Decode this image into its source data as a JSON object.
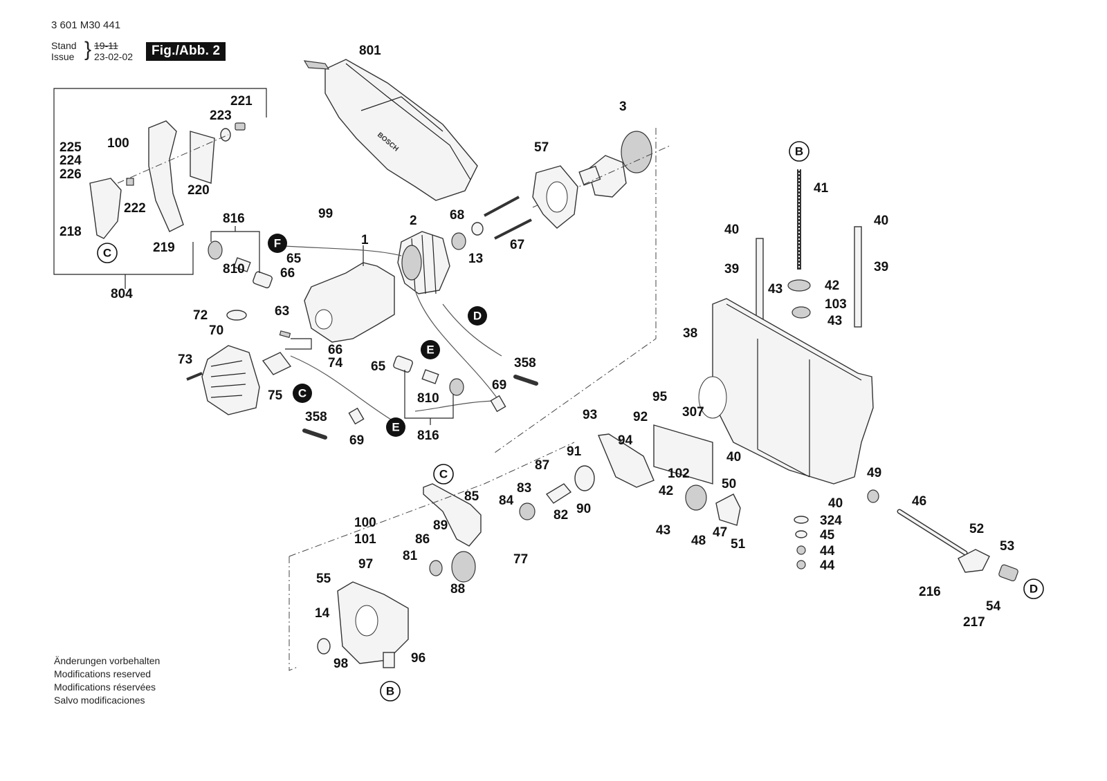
{
  "header": {
    "part_number": "3 601 M30 441",
    "stand_label": "Stand",
    "issue_label": "Issue",
    "stand_value_struck": "19-11",
    "issue_value": "23-02-02",
    "figure_label": "Fig./Abb. 2"
  },
  "footer": {
    "lines": [
      "Änderungen vorbehalten",
      "Modifications reserved",
      "Modifications réservées",
      "Salvo modificaciones"
    ]
  },
  "brand_on_guard": "BOSCH",
  "reference_markers": {
    "open": [
      "B",
      "C",
      "C",
      "B",
      "D"
    ],
    "solid": [
      "F",
      "D",
      "E",
      "C",
      "E"
    ]
  },
  "groups": {
    "guard_kit": {
      "label": "804",
      "parts": [
        "221",
        "223",
        "225",
        "100",
        "224",
        "226",
        "222",
        "220",
        "218",
        "219"
      ],
      "ref": "C"
    },
    "brush_kit_top": {
      "label": "816",
      "parts": [
        "810"
      ]
    },
    "brush_kit_bottom": {
      "label": "816",
      "parts": [
        "810"
      ]
    }
  },
  "part_labels": {
    "p801": "801",
    "p3": "3",
    "p57": "57",
    "p221": "221",
    "p223": "223",
    "p225": "225",
    "p100a": "100",
    "p224": "224",
    "p226": "226",
    "p222": "222",
    "p220": "220",
    "p218": "218",
    "p219": "219",
    "p804": "804",
    "p816a": "816",
    "p810a": "810",
    "p99": "99",
    "p2": "2",
    "p68": "68",
    "p67": "67",
    "p1": "1",
    "p13": "13",
    "p65a": "65",
    "p66a": "66",
    "p63": "63",
    "p72": "72",
    "p70": "70",
    "p73": "73",
    "p75": "75",
    "p74": "74",
    "p66b": "66",
    "p65b": "65",
    "p810b": "810",
    "p816b": "816",
    "p358a": "358",
    "p69a": "69",
    "p358b": "358",
    "p69b": "69",
    "p41": "41",
    "p40a": "40",
    "p40b": "40",
    "p39a": "39",
    "p39b": "39",
    "p42a": "42",
    "p43a": "43",
    "p103": "103",
    "p43b": "43",
    "p38": "38",
    "p93": "93",
    "p95": "95",
    "p92": "92",
    "p307": "307",
    "p91": "91",
    "p94": "94",
    "p87": "87",
    "p102": "102",
    "p40c": "40",
    "p42b": "42",
    "p50": "50",
    "p49": "49",
    "p85": "85",
    "p83": "83",
    "p84": "84",
    "p82": "82",
    "p90": "90",
    "p40d": "40",
    "p46": "46",
    "p43c": "43",
    "p48": "48",
    "p47": "47",
    "p51": "51",
    "p324": "324",
    "p45": "45",
    "p44a": "44",
    "p44b": "44",
    "p52": "52",
    "p53": "53",
    "p100b": "100",
    "p101": "101",
    "p89": "89",
    "p86": "86",
    "p97": "97",
    "p81": "81",
    "p77": "77",
    "p88": "88",
    "p55": "55",
    "p14": "14",
    "p98": "98",
    "p96": "96",
    "p216": "216",
    "p54": "54",
    "p217": "217"
  }
}
